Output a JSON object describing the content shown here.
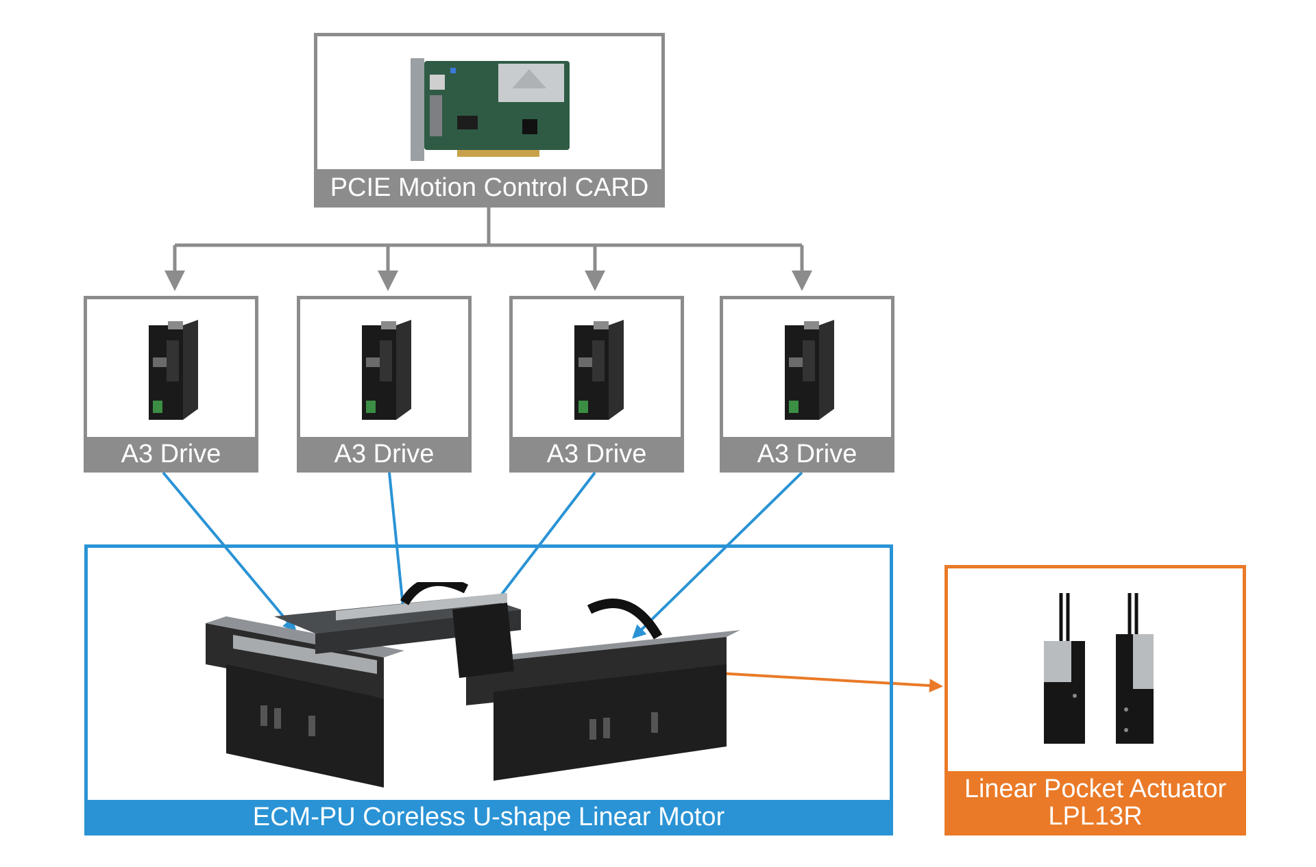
{
  "card": {
    "title": "PCIE Motion Control CARD"
  },
  "drives": [
    {
      "title": "A3 Drive"
    },
    {
      "title": "A3 Drive"
    },
    {
      "title": "A3 Drive"
    },
    {
      "title": "A3 Drive"
    }
  ],
  "motor": {
    "title": "ECM-PU Coreless U-shape Linear Motor"
  },
  "actuator": {
    "title_line1": "Linear Pocket Actuator",
    "title_line2": "LPL13R"
  },
  "colors": {
    "gray": "#8c8c8c",
    "blue": "#2a93d5",
    "orange": "#ea7a28"
  }
}
